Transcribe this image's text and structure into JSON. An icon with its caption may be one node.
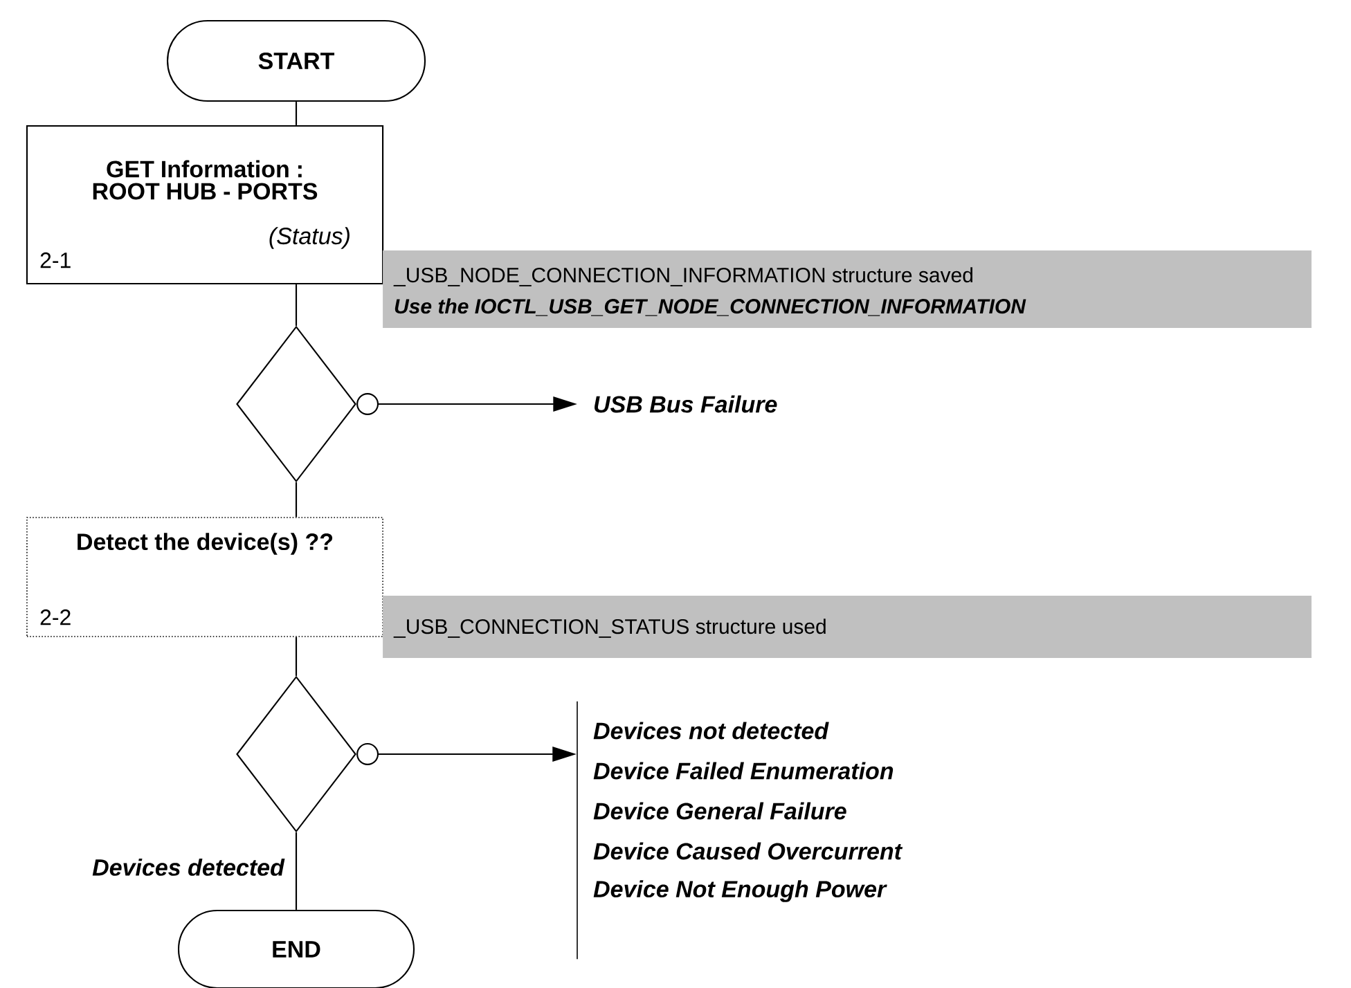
{
  "diagram": {
    "nodes": [
      {
        "text": [
          "START"
        ]
      },
      {
        "text": [
          "GET Information : ROOT HUB - PORTS",
          "(Status)",
          "2-1"
        ]
      },
      {
        "text": [
          "_USB_NODE_CONNECTION_INFORMATION structure saved",
          "Use the IOCTL_USB_GET_NODE_CONNECTION_INFORMATION"
        ]
      },
      {
        "text": [],
        "shape": "diamond"
      },
      {
        "text": [
          "USB Bus Failure"
        ]
      },
      {
        "text": [
          "Detect the device(s) ??",
          "2-2"
        ]
      },
      {
        "text": [
          "_USB_CONNECTION_STATUS structure used"
        ]
      },
      {
        "text": [],
        "shape": "diamond"
      },
      {
        "text": [
          "Devices not detected",
          "Device Failed Enumeration",
          "Device General Failure",
          "Device Caused Overcurrent",
          "Device Not Enough Power"
        ]
      },
      {
        "text": [
          "END"
        ]
      }
    ],
    "edges": [
      {
        "from": 0,
        "to": 1,
        "arrow": "none"
      },
      {
        "from": 1,
        "to": 3,
        "arrow": "none"
      },
      {
        "from": 3,
        "to": 4,
        "arrow": "to"
      },
      {
        "from": 3,
        "to": 5,
        "arrow": "none"
      },
      {
        "from": 5,
        "to": 7,
        "arrow": "none"
      },
      {
        "from": 7,
        "to": 8,
        "arrow": "to"
      },
      {
        "from": 7,
        "to": 9,
        "label": "Devices detected",
        "arrow": "none"
      }
    ]
  }
}
